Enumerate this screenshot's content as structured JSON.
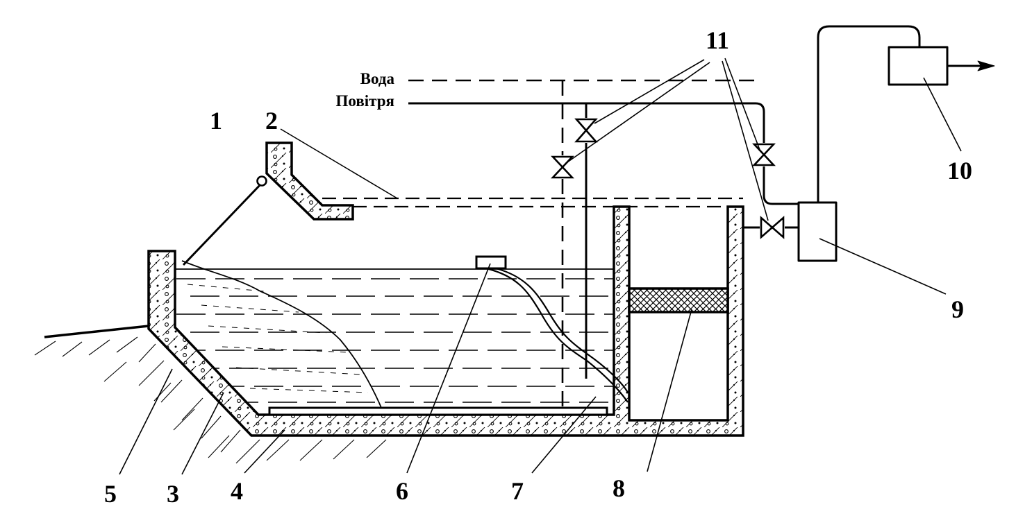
{
  "colors": {
    "ink": "#000000",
    "paper": "#ffffff"
  },
  "lines": {
    "water": "Вода",
    "air": "Повітря"
  },
  "callouts": {
    "n1": "1",
    "n2": "2",
    "n3": "3",
    "n4": "4",
    "n5": "5",
    "n6": "6",
    "n7": "7",
    "n8": "8",
    "n9": "9",
    "n10": "10",
    "n11": "11"
  }
}
